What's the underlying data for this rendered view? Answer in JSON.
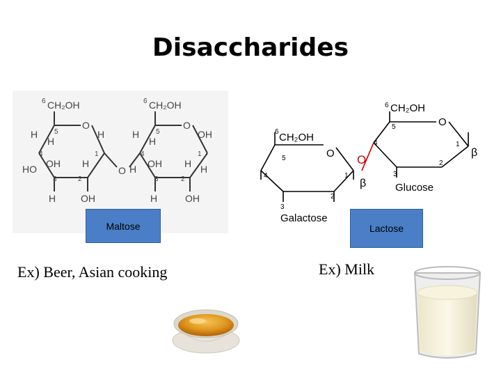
{
  "title": "Disaccharides",
  "maltose": {
    "box_label": "Maltose",
    "example": "Ex) Beer, Asian cooking",
    "ring1": {
      "c6": "6",
      "ch2oh": "CH₂OH",
      "c5": "5",
      "c4": "4",
      "c3": "3",
      "c2": "2",
      "c1": "1",
      "o": "O",
      "h": "H",
      "oh": "OH",
      "ho": "HO"
    },
    "ring2": {
      "c6": "6",
      "ch2oh": "CH₂OH",
      "c5": "5",
      "c4": "4",
      "c3": "3",
      "c2": "2",
      "c1": "1",
      "o": "O",
      "h": "H",
      "oh": "OH"
    },
    "bridge_o": "O"
  },
  "lactose": {
    "box_label": "Lactose",
    "example": "Ex) Milk",
    "galactose": {
      "name": "Galactose",
      "c6": "6",
      "ch2oh": "CH₂OH",
      "o": "O",
      "c5": "5",
      "c4": "4",
      "c3": "3",
      "c2": "2",
      "c1": "1",
      "beta": "β"
    },
    "glucose": {
      "name": "Glucose",
      "c6": "6",
      "ch2oh": "CH₂OH",
      "o": "O",
      "c5": "5",
      "c4": "4",
      "c3": "3",
      "c2": "2",
      "c1": "1",
      "beta": "β"
    },
    "bridge_o": "O"
  },
  "colors": {
    "label_box": "#4a7fc8",
    "bridge_o": "#cc0000"
  },
  "images": {
    "honey": "honey-bowl",
    "milk": "glass-of-milk"
  }
}
